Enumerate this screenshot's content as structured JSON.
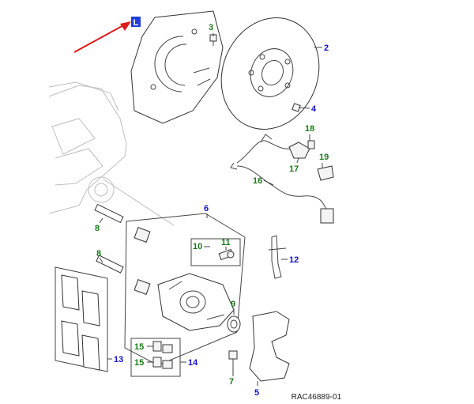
{
  "diagram_code": "RAC46889-01",
  "side_marker": "L",
  "colors": {
    "blue_callout": "#1010c8",
    "green_callout": "#1a7a1a",
    "arrow": "#e01818",
    "marker_bg": "#1f3fd6"
  },
  "callouts": [
    {
      "id": "2",
      "text": "2",
      "color": "blue"
    },
    {
      "id": "3",
      "text": "3",
      "color": "green"
    },
    {
      "id": "4",
      "text": "4",
      "color": "blue"
    },
    {
      "id": "5",
      "text": "5",
      "color": "blue"
    },
    {
      "id": "6",
      "text": "6",
      "color": "blue"
    },
    {
      "id": "7",
      "text": "7",
      "color": "green"
    },
    {
      "id": "8a",
      "text": "8",
      "color": "green"
    },
    {
      "id": "8b",
      "text": "8",
      "color": "green"
    },
    {
      "id": "9",
      "text": "9",
      "color": "green"
    },
    {
      "id": "10",
      "text": "10",
      "color": "green"
    },
    {
      "id": "11",
      "text": "11",
      "color": "green"
    },
    {
      "id": "12",
      "text": "12",
      "color": "blue"
    },
    {
      "id": "13",
      "text": "13",
      "color": "blue"
    },
    {
      "id": "14",
      "text": "14",
      "color": "blue"
    },
    {
      "id": "15a",
      "text": "15",
      "color": "green"
    },
    {
      "id": "15b",
      "text": "15",
      "color": "green"
    },
    {
      "id": "16",
      "text": "16",
      "color": "green"
    },
    {
      "id": "17",
      "text": "17",
      "color": "green"
    },
    {
      "id": "18",
      "text": "18",
      "color": "green"
    },
    {
      "id": "19",
      "text": "19",
      "color": "green"
    }
  ]
}
